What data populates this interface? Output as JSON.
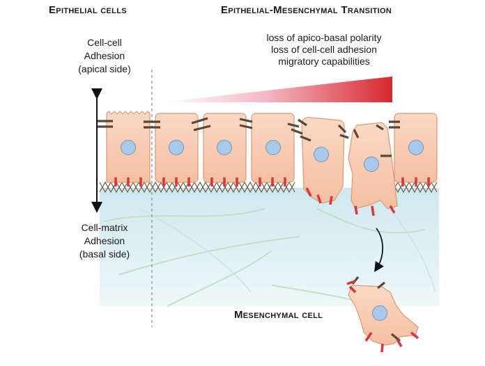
{
  "headings": {
    "epithelial": "Epithelial cells",
    "emt": "Epithelial-Mesenchymal Transition",
    "mesenchymal": "Mesenchymal cell"
  },
  "apical_label": [
    "Cell-cell",
    "Adhesion",
    "(apical side)"
  ],
  "basal_label": [
    "Cell-matrix",
    "Adhesion",
    "(basal side)"
  ],
  "gradient_labels": [
    "loss of apico-basal polarity",
    "loss of cell-cell adhesion",
    "migratory capabilities"
  ],
  "colors": {
    "cell_fill": "#f7c9ad",
    "cell_stroke": "#d89a7a",
    "nucleus": "#a9c9ea",
    "junction": "#5a4636",
    "integrin": "#d8353c",
    "matrix": "#d8eef3",
    "gradient_end": "#d8272e"
  }
}
